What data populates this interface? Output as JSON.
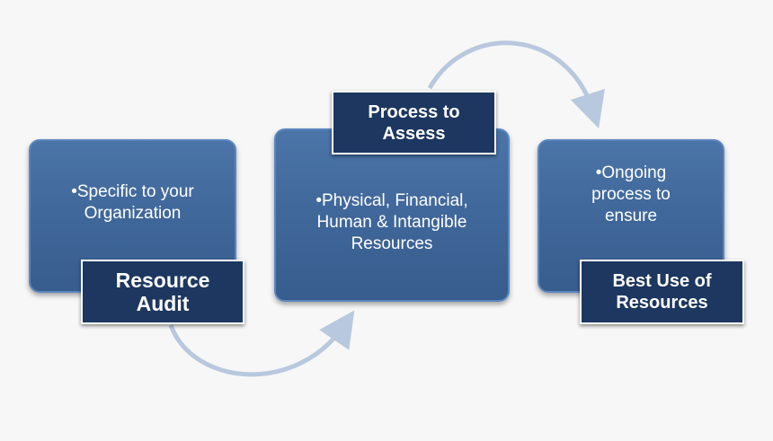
{
  "steps": [
    {
      "title_line1": "Resource",
      "title_line2": "Audit",
      "text_line1": "•Specific to your",
      "text_line2": "Organization",
      "text_line3": ""
    },
    {
      "title_line1": "Process to",
      "title_line2": "Assess",
      "text_line1": "•Physical, Financial,",
      "text_line2": "Human & Intangible",
      "text_line3": "Resources"
    },
    {
      "title_line1": "Best Use of",
      "title_line2": "Resources",
      "text_line1": "•Ongoing",
      "text_line2": "process to",
      "text_line3": "ensure"
    }
  ],
  "colors": {
    "box": "#3f6698",
    "box_border": "#5b86c0",
    "label": "#1d3760",
    "arrow": "#b8c8de",
    "background": "#f7f7f7"
  }
}
